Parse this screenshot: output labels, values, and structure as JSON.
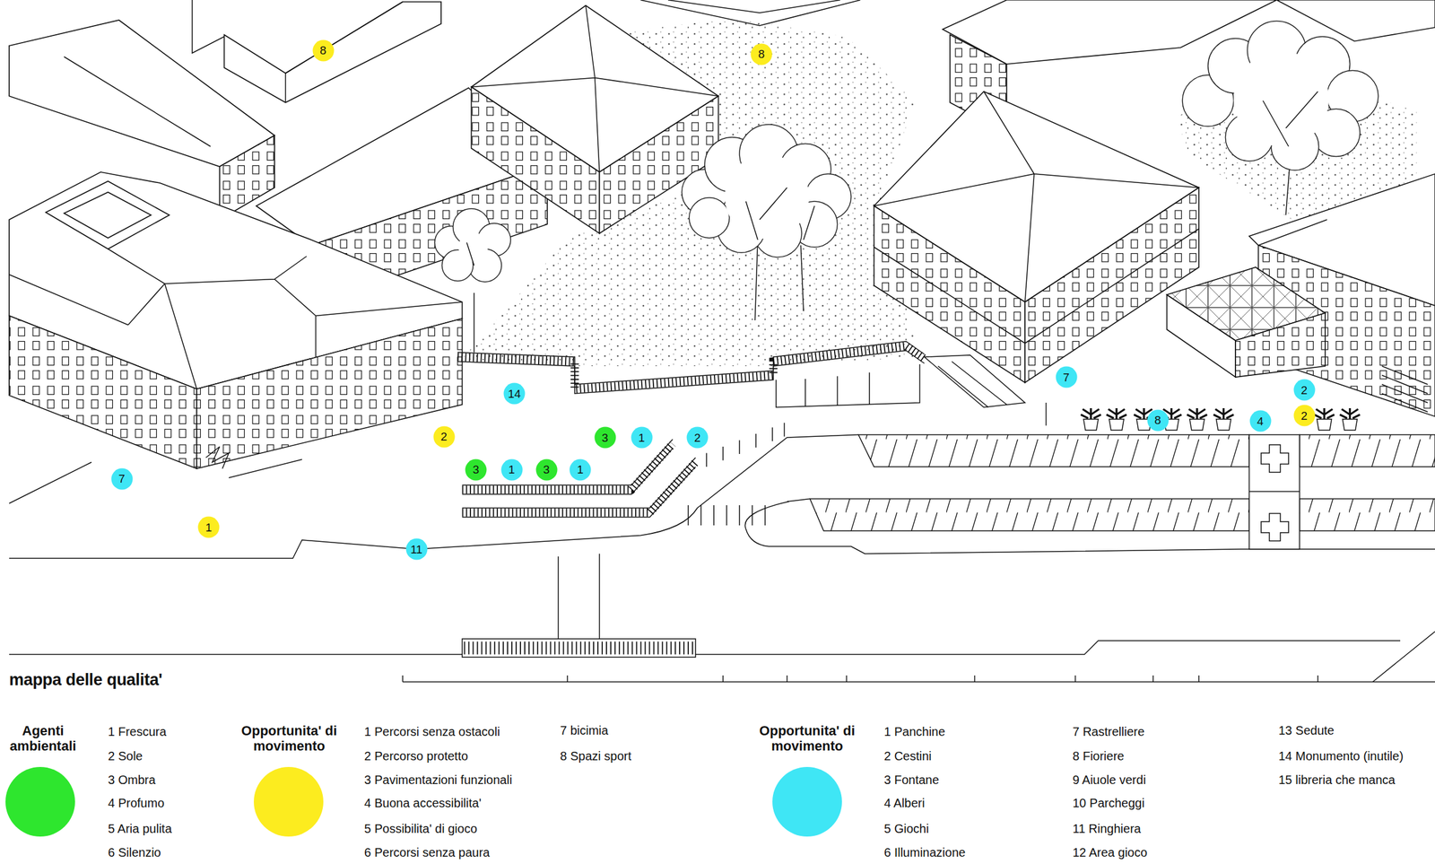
{
  "diagram": {
    "title": "mappa delle qualita'",
    "nodes": [
      {
        "text": [
          "8"
        ]
      },
      {
        "text": [
          "8"
        ]
      },
      {
        "text": [
          "7"
        ]
      },
      {
        "text": [
          "2"
        ]
      },
      {
        "text": [
          "14"
        ]
      },
      {
        "text": [
          "2"
        ]
      },
      {
        "text": [
          "8"
        ]
      },
      {
        "text": [
          "4"
        ]
      },
      {
        "text": [
          "2"
        ]
      },
      {
        "text": [
          "3"
        ]
      },
      {
        "text": [
          "1"
        ]
      },
      {
        "text": [
          "2"
        ]
      },
      {
        "text": [
          "3"
        ]
      },
      {
        "text": [
          "1"
        ]
      },
      {
        "text": [
          "3"
        ]
      },
      {
        "text": [
          "1"
        ]
      },
      {
        "text": [
          "7"
        ]
      },
      {
        "text": [
          "1"
        ]
      },
      {
        "text": [
          "11"
        ]
      }
    ],
    "labels": [
      "1 Frescura",
      "2 Sole",
      "3 Ombra",
      "4 Profumo",
      "5 Aria pulita",
      "6 Silenzio",
      "1 Percorsi senza ostacoli",
      "2 Percorso protetto",
      "3 Pavimentazioni funzionali",
      "4 Buona accessibilita'",
      "5 Possibilita' di gioco",
      "6 Percorsi senza paura",
      "7 bicimia",
      "8 Spazi sport",
      "1 Panchine",
      "2 Cestini",
      "3 Fontane",
      "4 Alberi",
      "5 Giochi",
      "6 Illuminazione",
      "7 Rastrelliere",
      "8 Fioriere",
      "9 Aiuole verdi",
      "10 Parcheggi",
      "11 Ringhiera",
      "12 Area gioco",
      "13 Sedute",
      "14 Monumento (inutile)",
      "15 libreria che manca"
    ],
    "legend": [
      {
        "text": "Agenti ambientali",
        "color": "#2ee62e"
      },
      {
        "text": "Opportunita' di movimento",
        "color": "#fcec1f"
      },
      {
        "text": "Opportunita' di movimento",
        "color": "#3fe6f5"
      }
    ]
  }
}
